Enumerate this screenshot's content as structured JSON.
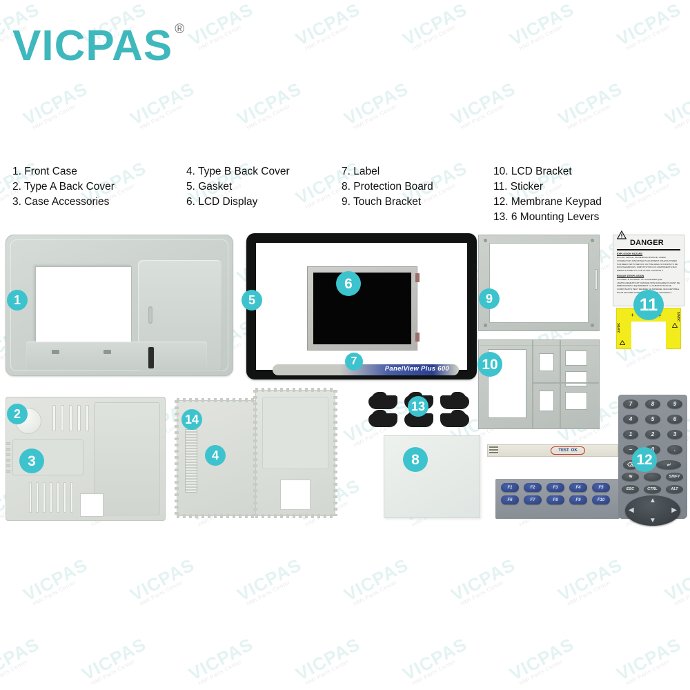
{
  "brand": {
    "name": "VICPAS",
    "registered": "®",
    "color": "#3fb8bd"
  },
  "legend": {
    "columns": [
      {
        "items": [
          "1. Front Case",
          "2. Type A Back Cover",
          "3. Case Accessories"
        ]
      },
      {
        "items": [
          "4. Type B Back Cover",
          "5. Gasket",
          "6. LCD Display"
        ]
      },
      {
        "items": [
          "7. Label",
          "8. Protection Board",
          "9. Touch Bracket"
        ]
      },
      {
        "items": [
          "10. LCD Bracket",
          "11. Sticker",
          "12. Membrane Keypad",
          "13. 6 Mounting Levers"
        ]
      }
    ]
  },
  "badges": {
    "front_case": "1",
    "back_cover_a": "2",
    "case_accessories": "3",
    "back_cover_b": "4",
    "back_cover_b_conn": "14",
    "gasket": "5",
    "lcd_display": "6",
    "label": "7",
    "protection_board": "8",
    "touch_bracket": "9",
    "lcd_bracket": "10",
    "sticker": "11",
    "keypad": "12",
    "levers": "13",
    "color": "#3dc3cd"
  },
  "label_strip": {
    "text": "PanelView Plus 600"
  },
  "danger_sticker": {
    "title": "DANGER",
    "icon": "warning-triangle-icon",
    "heading_en": "EXPLOSION HAZARD",
    "body_en": "DO NOT INSTALL OR REMOVE MODULE, CABLE, CONNECTOR, DISCONNECT EQUIPMENT UNLESS POWER HAS BEEN SWITCHED OFF OR THE AREA IS KNOWN TO BE NON HAZARDOUS. SUBSTITUTION OF COMPONENTS MAY IMPAIR SUITABILITY FOR CLASS I DIVISION 2.",
    "heading_fr": "RISQUE D'EXPLOSION",
    "body_fr": "COUPER LE COURANT OU S'ASSURER QUE L'EMPLACEMENT EST DESIGNE NON DANGEREUX AVANT DE DEBRANCHER L'EQUIPEMENT. LA SUBSTITUTION DE COMPOSANTS PEUT RENDRE CE MATERIEL INACCEPTABLE POUR LES EMPLACEMENTS DE CLASSE I DIVISION 2."
  },
  "yellow_label": {
    "symbols": "+ − ⏚",
    "left_text": "24VDC",
    "right_text": "24VDC",
    "color": "#f2ec1c"
  },
  "flex_cable": {
    "stamp_left": "TEST",
    "stamp_right": "OK"
  },
  "keypad": {
    "function_rows": [
      [
        "F1",
        "F2",
        "F3",
        "F4",
        "F5"
      ],
      [
        "F6",
        "F7",
        "F8",
        "F9",
        "F10"
      ]
    ],
    "numeric_rows": [
      [
        "7",
        "8",
        "9"
      ],
      [
        "4",
        "5",
        "6"
      ],
      [
        "1",
        "2",
        "3"
      ],
      [
        "−",
        "0",
        "."
      ]
    ],
    "edit_row": [
      "⌫",
      "↵"
    ],
    "mod_row_1": [
      "↹",
      "",
      "SHIFT"
    ],
    "mod_row_2": [
      "ESC",
      "CTRL",
      "ALT"
    ],
    "dpad": {
      "up": "▲",
      "down": "▼",
      "left": "◀",
      "right": "▶"
    }
  },
  "watermark": {
    "big": "VICPAS",
    "small": "HMI Parts Center"
  }
}
